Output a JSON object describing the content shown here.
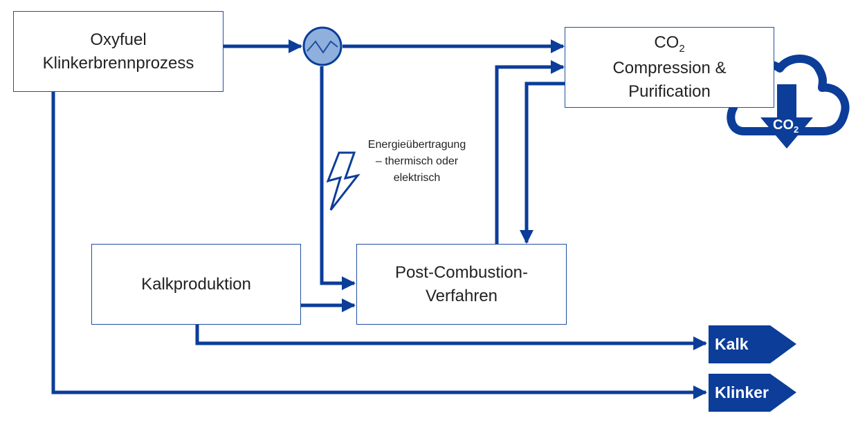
{
  "nodes": {
    "oxyfuel": {
      "line1": "Oxyfuel",
      "line2": "Klinkerbrennprozess"
    },
    "co2_unit": {
      "co": "CO",
      "sub": "2",
      "line2": "Compression &",
      "line3": "Purification"
    },
    "kalkproduktion": {
      "label": "Kalkproduktion"
    },
    "post_combustion": {
      "line1": "Post-Combustion-",
      "line2": "Verfahren"
    }
  },
  "annotation": {
    "line1": "Energieübertragung",
    "line2": "– thermisch oder",
    "line3": "elektrisch"
  },
  "outputs": {
    "kalk": "Kalk",
    "klinker": "Klinker"
  },
  "cloud": {
    "co": "CO",
    "sub": "2"
  },
  "icons": {
    "heat_exchanger": "heat-exchanger-icon",
    "lightning": "lightning-icon",
    "cloud_storage": "co2-storage-cloud-icon"
  },
  "colors": {
    "line": "#0b3d99",
    "box_border": "#1f4e9c",
    "output_fill": "#0b3d99",
    "exchanger_fill": "#8fb0dd"
  }
}
